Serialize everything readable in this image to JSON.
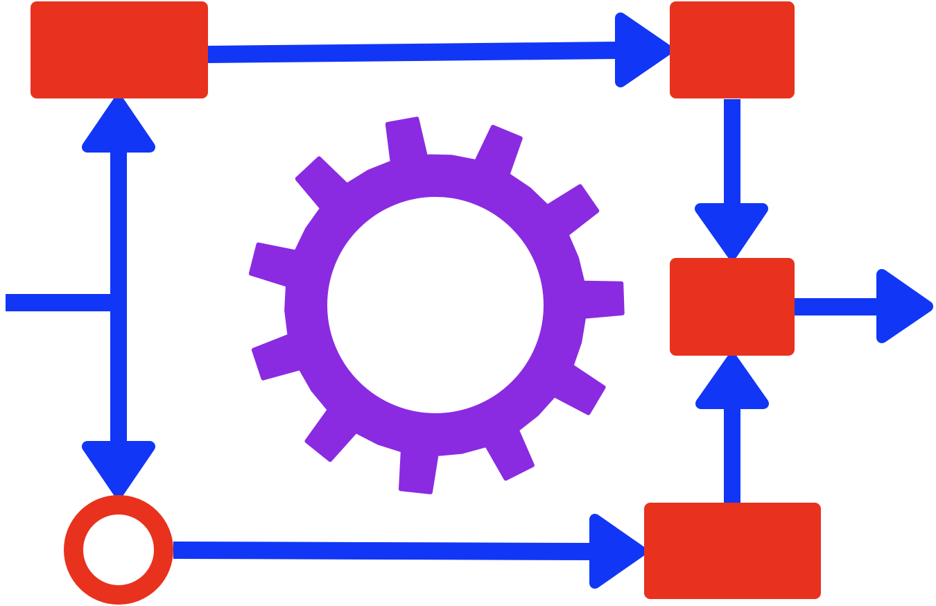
{
  "colors": {
    "box": "#E8321E",
    "arrow": "#1136F5",
    "gear": "#8A2BE2",
    "background": "#FFFFFF"
  },
  "gear": {
    "teeth": 11
  },
  "icons": [
    "gear-icon",
    "process-box",
    "start-circle",
    "arrow"
  ]
}
